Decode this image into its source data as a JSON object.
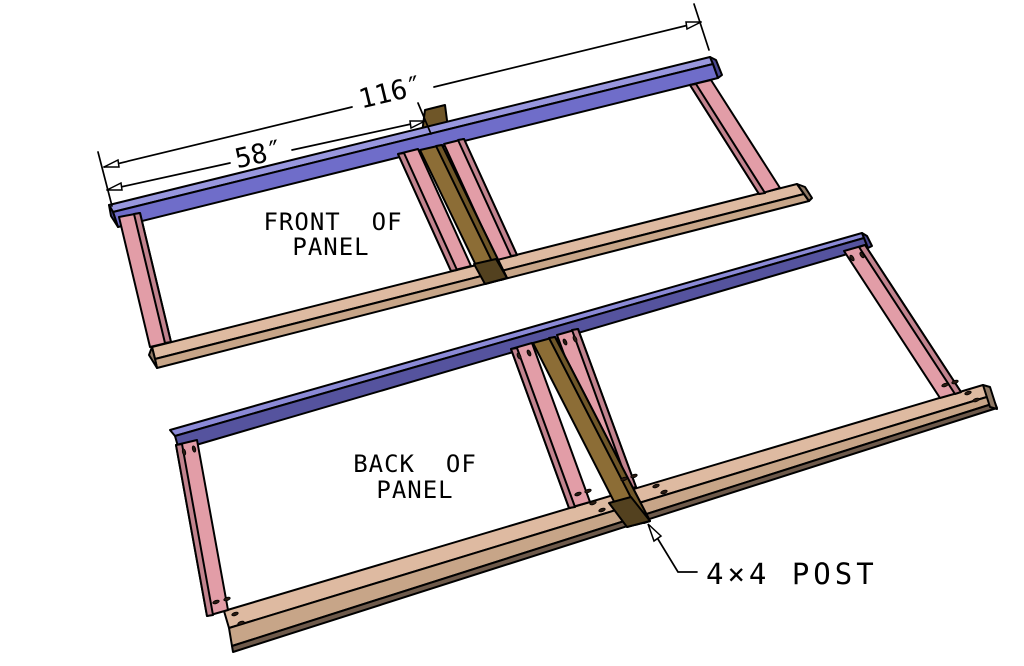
{
  "labels": {
    "front_panel_line1": "FRONT  OF",
    "front_panel_line2": "PANEL",
    "back_panel_line1": "BACK  OF",
    "back_panel_line2": "PANEL",
    "dim_full_width": "116″",
    "dim_half_width": "58″",
    "post_callout": "4×4 POST"
  },
  "colors": {
    "background": "#ffffff",
    "outline": "#000000",
    "text": "#000000",
    "front_blue_top": "#9897DE",
    "front_blue_face": "#6F6DC9",
    "back_blue_top": "#8B8AD7",
    "back_blue_face": "#55539E",
    "blue_end": "#4A4890",
    "pink_face": "#E29DA7",
    "pink_side": "#C2838E",
    "tan_top": "#DEBAA1",
    "tan_front": "#C7A588",
    "tan_dark": "#6E5A4B",
    "tan_end": "#8F7864",
    "post_face": "#8C6D36",
    "post_side": "#6F5628",
    "post_tip": "#53411F",
    "hole": "#2A1B12"
  }
}
